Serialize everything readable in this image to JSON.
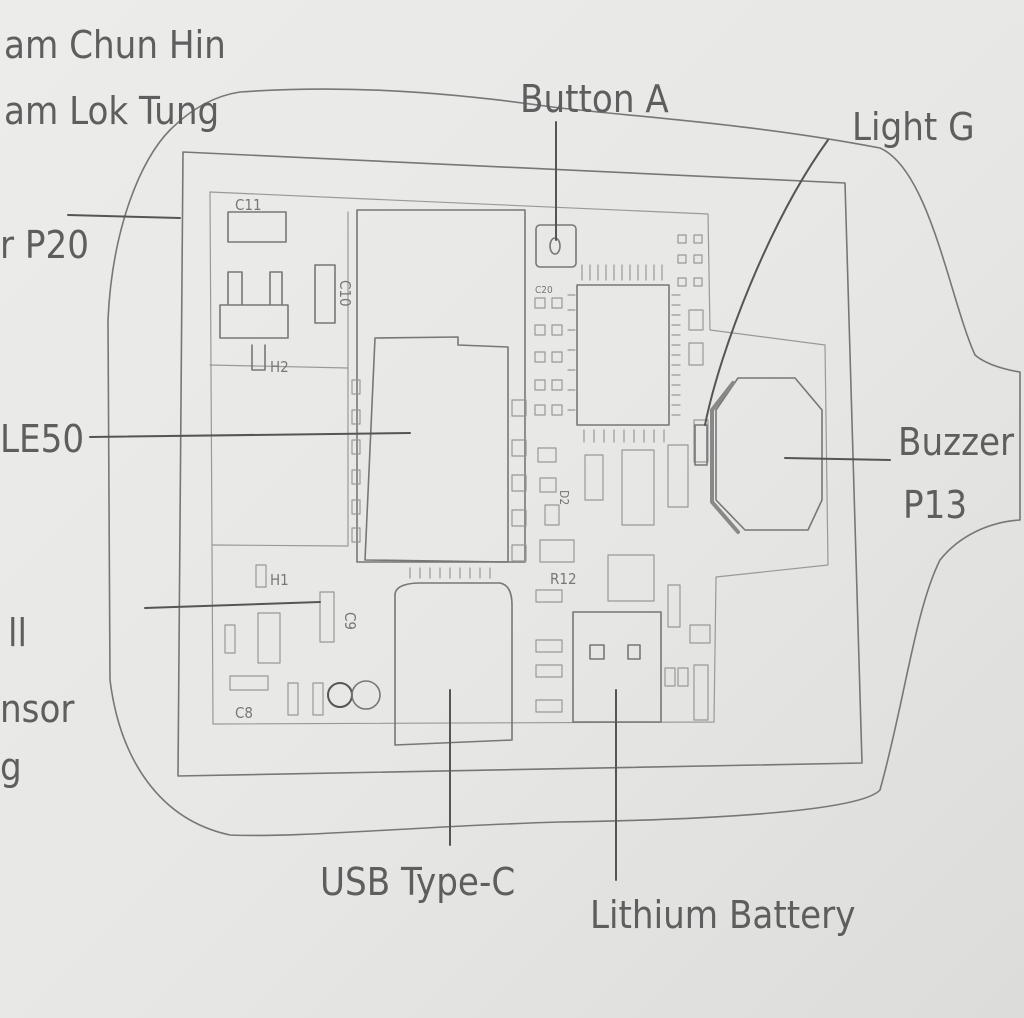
{
  "names": [
    "am Chun Hin",
    "am Lok Tung"
  ],
  "left_labels": {
    "p20": "r P20",
    "module": "LE50",
    "fragment1": "ll",
    "fragment2": "nsor",
    "fragment3": "g"
  },
  "callouts": {
    "button": "Button A",
    "light": "Light G",
    "buzzer": "Buzzer",
    "buzzer_pin": "P13",
    "usb": "USB Type-C",
    "battery": "Lithium Battery"
  },
  "pcb_marks": {
    "c11": "C11",
    "c10": "C10",
    "h2": "H2",
    "h1": "H1",
    "c9": "C9",
    "c8": "C8",
    "r12": "R12",
    "c20": "C20",
    "d2": "D2"
  },
  "colors": {
    "paper": "#e8e8e6",
    "pencil": "#666666"
  }
}
